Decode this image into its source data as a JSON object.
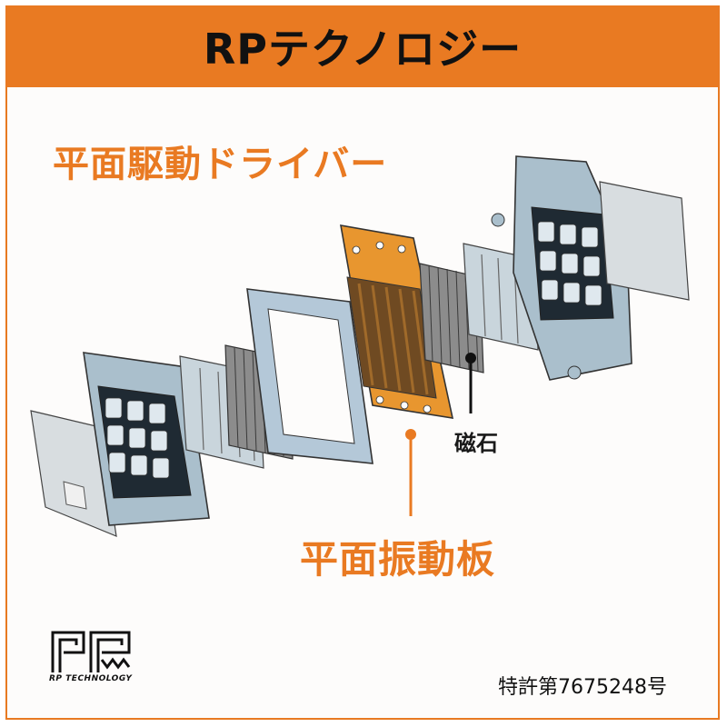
{
  "header": {
    "title": "RPテクノロジー"
  },
  "diagram": {
    "subtitle": "平面駆動ドライバー",
    "labels": {
      "magnet": "磁石",
      "diaphragm": "平面振動板"
    },
    "colors": {
      "accent": "#e97a22",
      "frame_plate": "#aabfcc",
      "diaphragm": "#e8962f",
      "magnet": "#8c8c8c"
    }
  },
  "footer": {
    "logo_text": "RP TECHNOLOGY",
    "patent": "特許第7675248号"
  }
}
